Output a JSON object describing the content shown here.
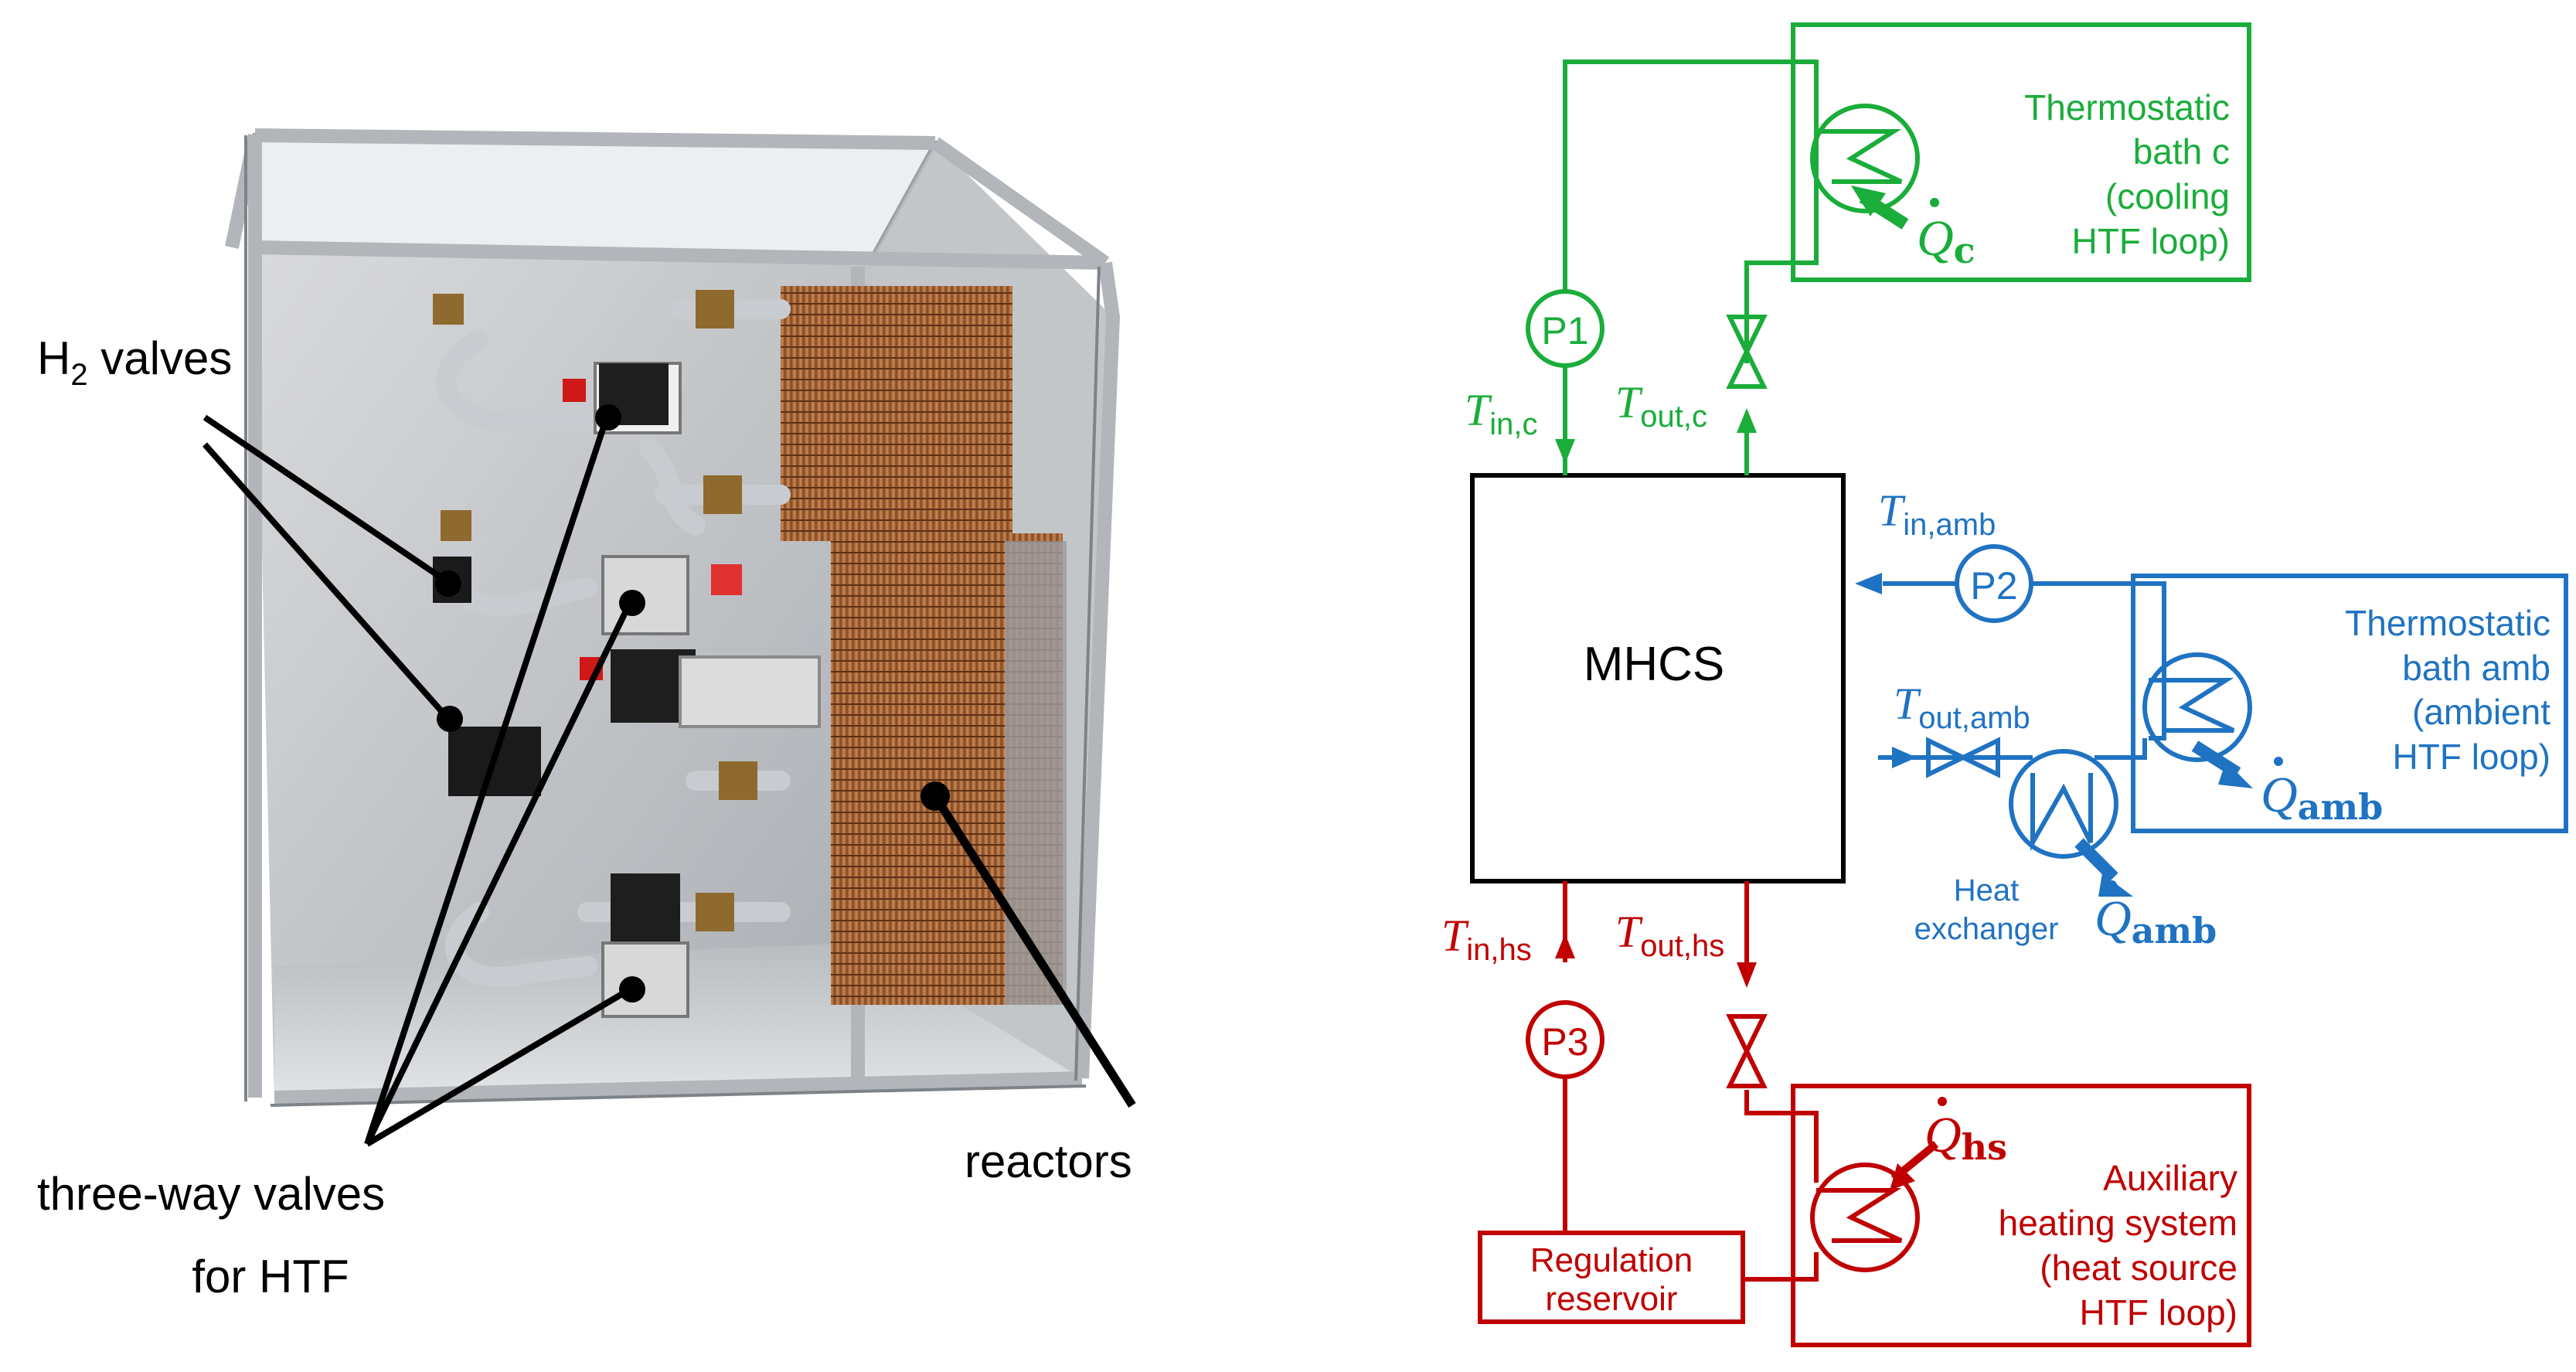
{
  "colors": {
    "cooling": "#1aad3a",
    "ambient": "#1f73c2",
    "heating": "#c00000",
    "black": "#000000"
  },
  "photo": {
    "labels": {
      "h2_valves_prefix": "H",
      "h2_valves_sub": "2",
      "h2_valves_suffix": " valves",
      "three_way_line1": "three-way valves",
      "three_way_line2": "for HTF",
      "reactors": "reactors"
    }
  },
  "diagram": {
    "mhcs": "MHCS",
    "pumps": {
      "p1": "P1",
      "p2": "P2",
      "p3": "P3"
    },
    "temps": {
      "T": "T",
      "in_c": "in,c",
      "out_c": "out,c",
      "in_amb": "in,amb",
      "out_amb": "out,amb",
      "in_hs": "in,hs",
      "out_hs": "out,hs"
    },
    "heat": {
      "Q": "Q",
      "c": "c",
      "amb": "amb",
      "hs": "hs"
    },
    "cooling_box": [
      "Thermostatic",
      "bath c",
      "(cooling",
      "HTF loop)"
    ],
    "ambient_box": [
      "Thermostatic",
      "bath amb",
      "(ambient",
      "HTF loop)"
    ],
    "heat_exchanger": [
      "Heat",
      "exchanger"
    ],
    "heating_box": [
      "Auxiliary",
      "heating system",
      "(heat source",
      "HTF loop)"
    ],
    "reservoir": [
      "Regulation",
      "reservoir"
    ]
  }
}
